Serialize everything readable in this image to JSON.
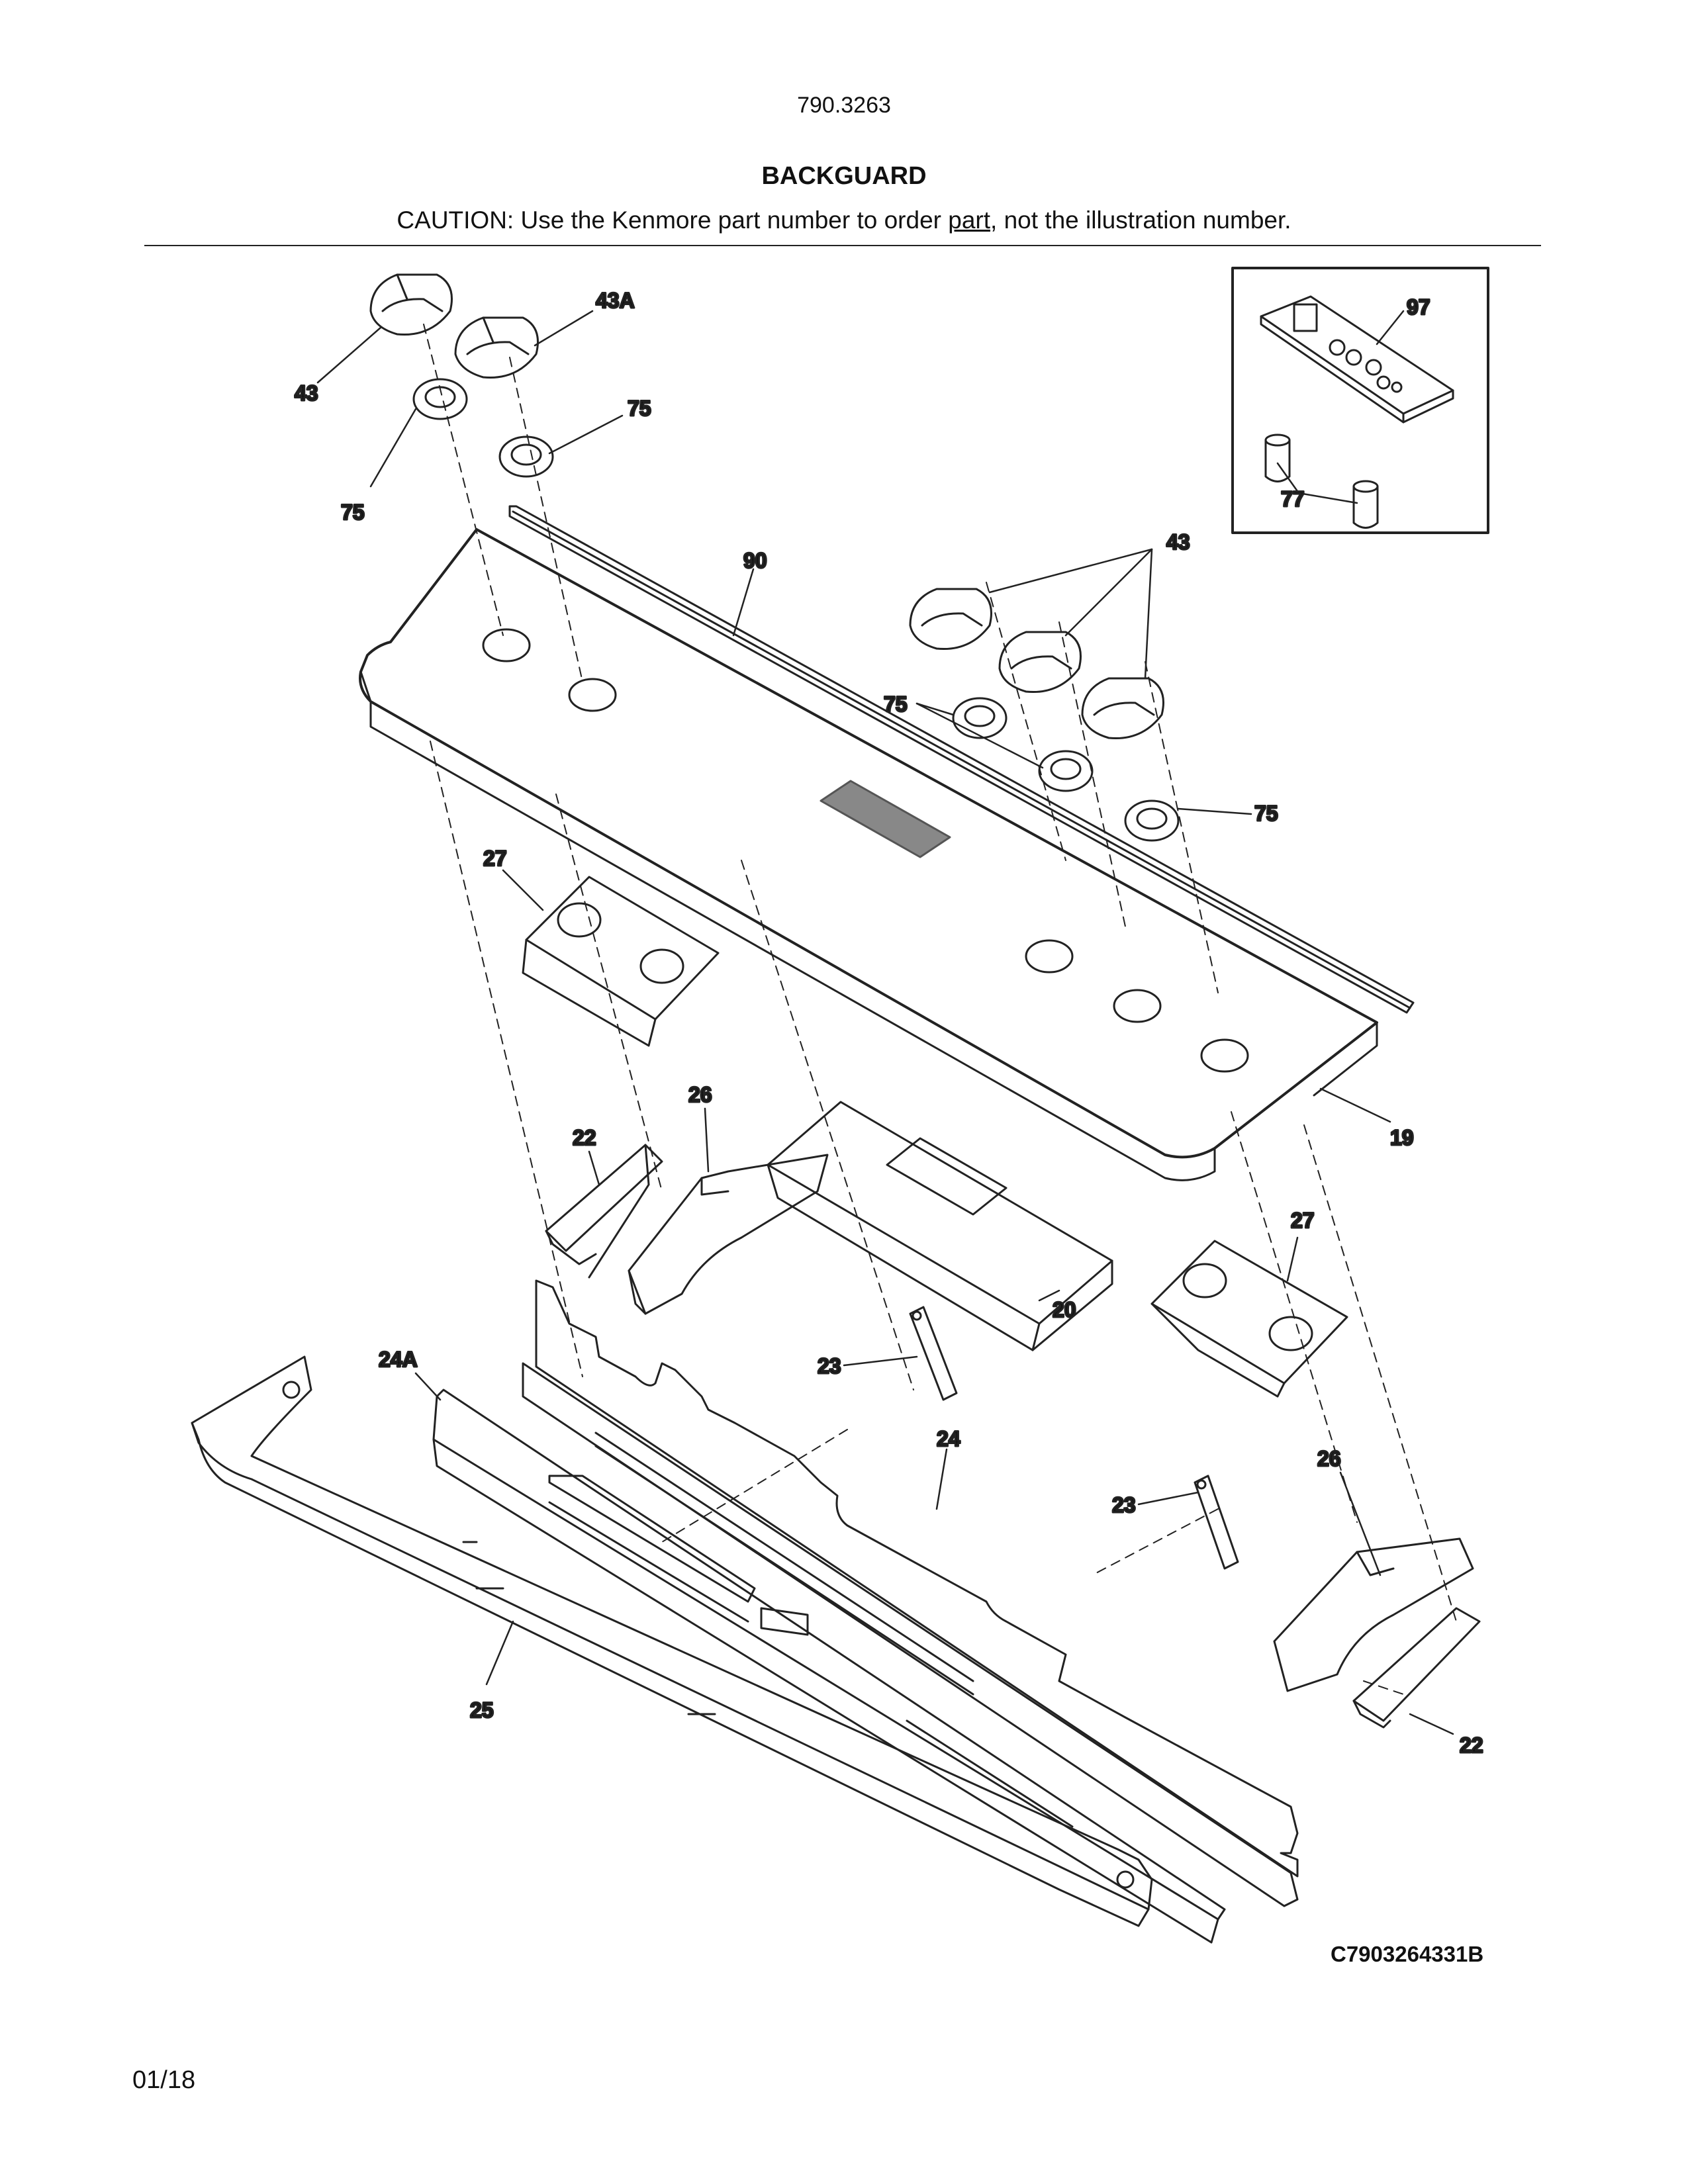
{
  "header": {
    "model_number": "790.3263",
    "title": "BACKGUARD",
    "caution_before": "CAUTION: Use the Kenmore part number to order ",
    "caution_underlined": "part",
    "caution_after": ", not the illustration number."
  },
  "callouts": {
    "p43a": "43",
    "p43A": "43A",
    "p75a": "75",
    "p75b": "75",
    "p90": "90",
    "p97": "97",
    "p77": "77",
    "p43b": "43",
    "p75c": "75",
    "p75d": "75",
    "p27a": "27",
    "p26a": "26",
    "p22a": "22",
    "p19": "19",
    "p20": "20",
    "p27b": "27",
    "p24A": "24A",
    "p23a": "23",
    "p24": "24",
    "p23b": "23",
    "p26b": "26",
    "p25": "25",
    "p22b": "22"
  },
  "footer": {
    "diagram_ref": "C7903264331B",
    "date": "01/18"
  }
}
